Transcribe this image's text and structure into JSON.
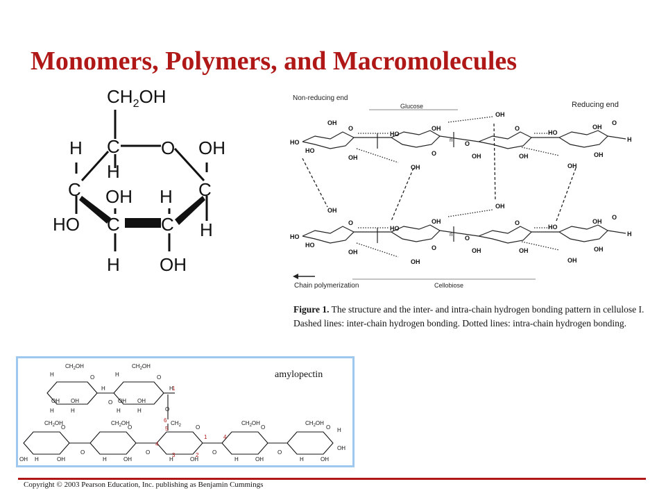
{
  "slide": {
    "title": "Monomers, Polymers, and Macromolecules",
    "copyright": "Copyright © 2003 Pearson Education, Inc. publishing as Benjamin Cummings"
  },
  "glucose": {
    "ch2oh": "CH",
    "ch2oh_sub": "2",
    "ch2oh_tail": "OH",
    "labels": {
      "c": "C",
      "o": "O",
      "h": "H",
      "oh": "OH",
      "ho": "HO"
    }
  },
  "cellulose": {
    "nonreducing": "Non-reducing end",
    "reducing": "Reducing end",
    "glucose": "Glucose",
    "chain": "Chain polymerization",
    "cellobiose": "Cellobiose",
    "n": "n",
    "caption_label": "Figure 1.",
    "caption_text": " The structure and the inter- and intra-chain hydrogen bonding pattern in cellulose I. Dashed lines: inter-chain hydrogen bonding. Dotted lines: intra-chain hydrogen bonding."
  },
  "amylopectin": {
    "label": "amylopectin",
    "ch2oh": "CH",
    "sub2": "2",
    "oh": "OH",
    "h": "H",
    "o": "O",
    "c6": "6",
    "c5": "5",
    "c4": "4",
    "c3": "3",
    "c2": "2",
    "c1": "1"
  }
}
